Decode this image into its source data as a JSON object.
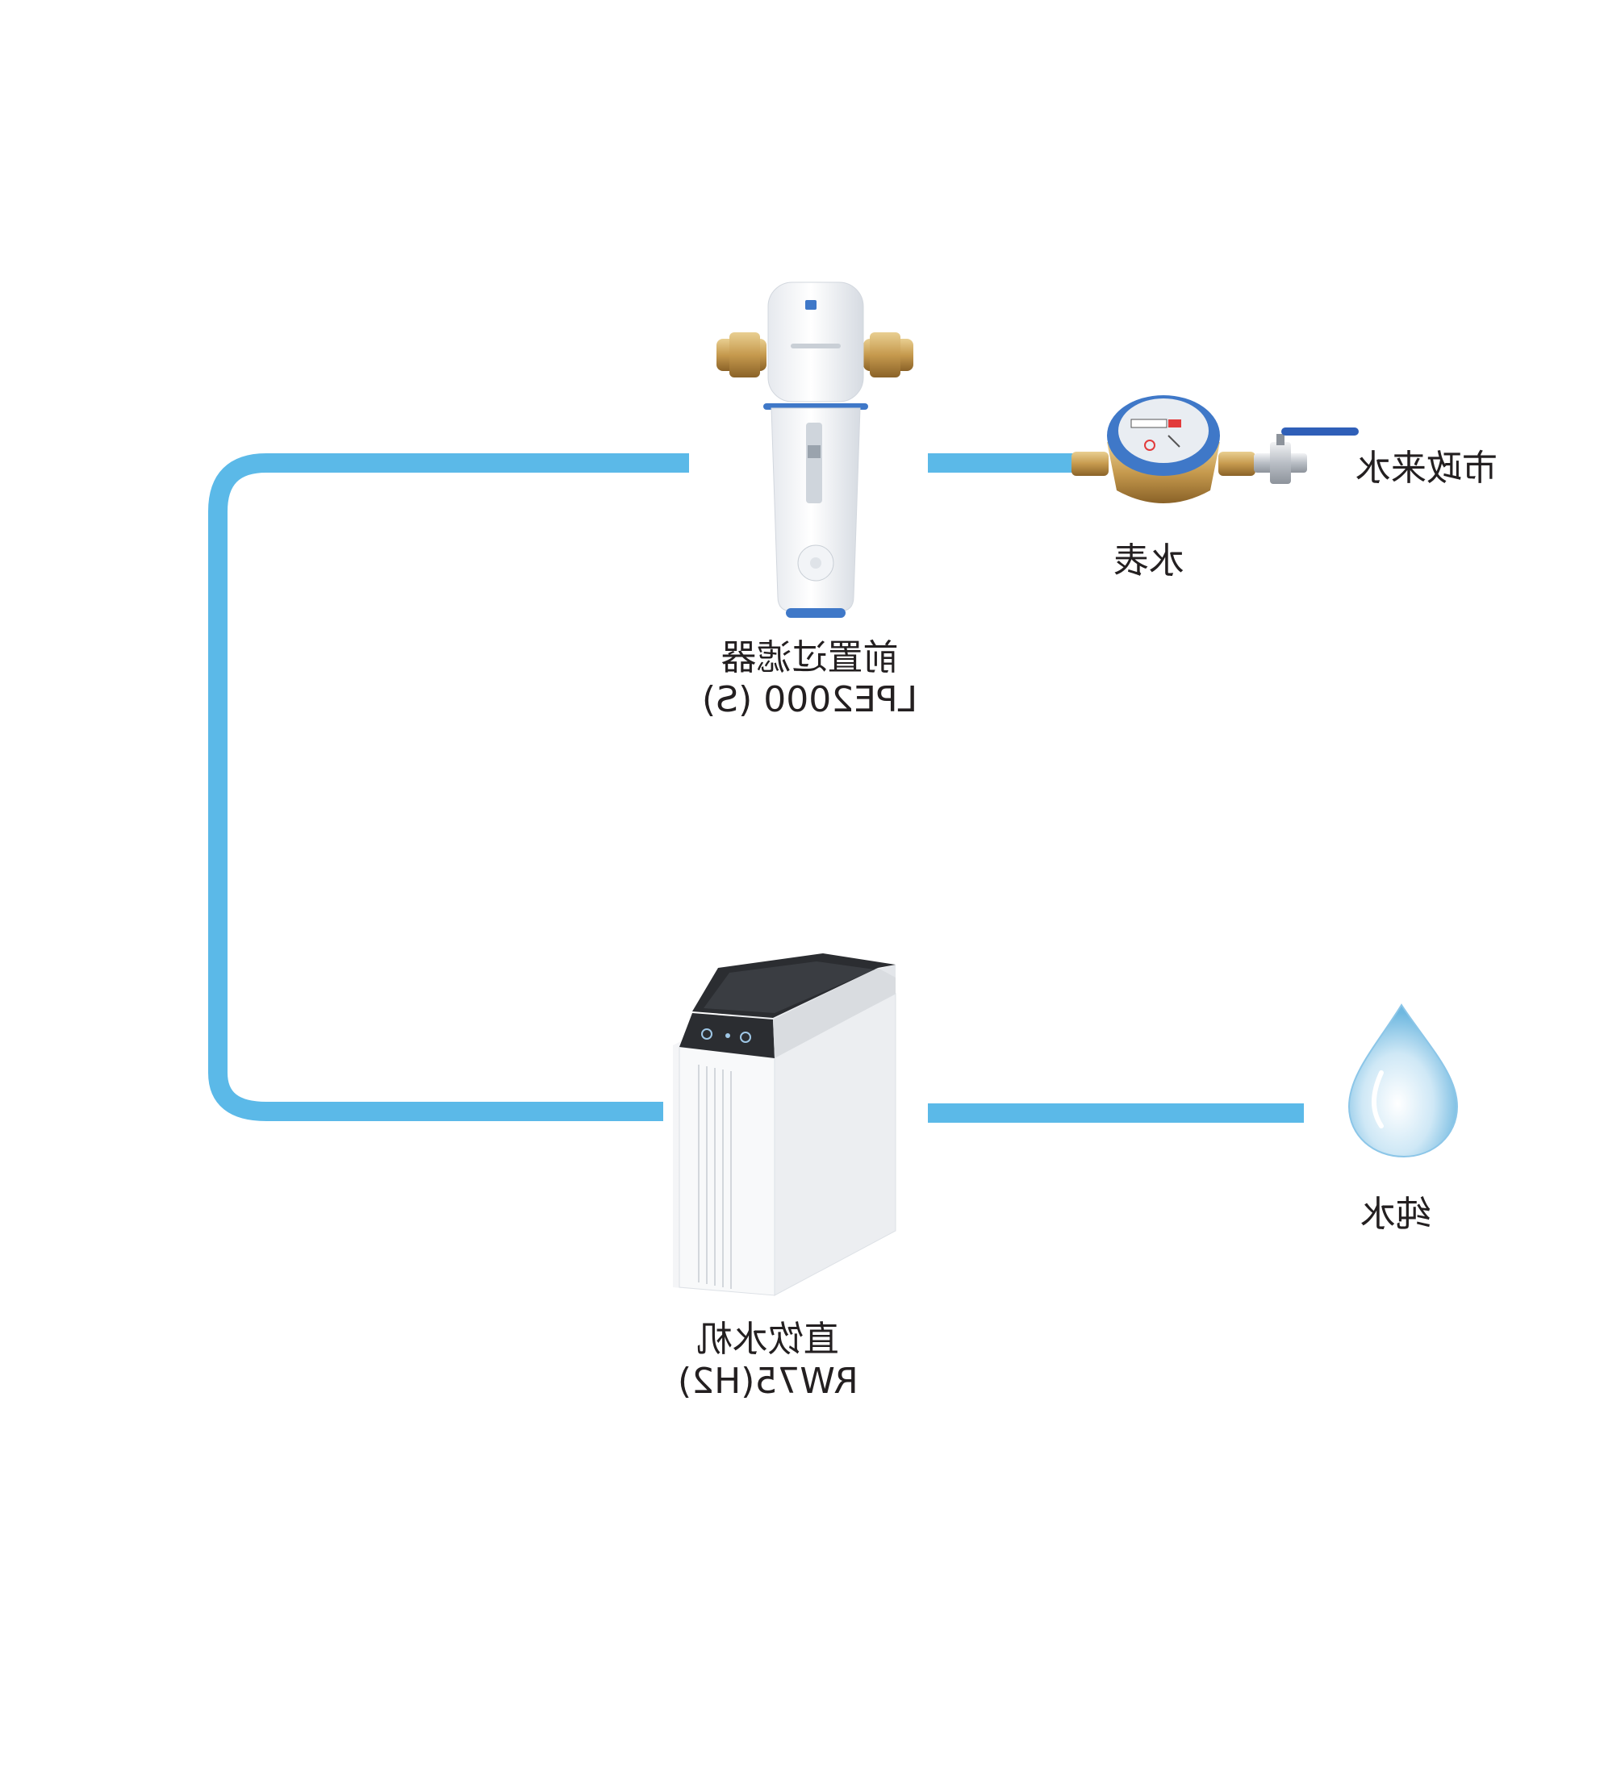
{
  "colors": {
    "pipe": "#5bb9e8",
    "background": "#ffffff",
    "text": "#231f20",
    "brass": "#c9a25c",
    "accent_blue": "#3f78c8",
    "valve_handle": "#2f5fb8"
  },
  "nodes": {
    "municipal_water": {
      "line1": "市政来水",
      "icon": "valve-icon"
    },
    "water_meter": {
      "line1": "水表",
      "icon": "water-meter-icon"
    },
    "pre_filter": {
      "line1": "前置过滤器",
      "line2": "LPE2000 (S)",
      "icon": "pre-filter-icon"
    },
    "purifier": {
      "line1": "直饮水机",
      "line2": "RW75(H2)",
      "icon": "purifier-icon"
    },
    "pure_water": {
      "line1": "纯水",
      "icon": "water-drop-icon"
    }
  }
}
